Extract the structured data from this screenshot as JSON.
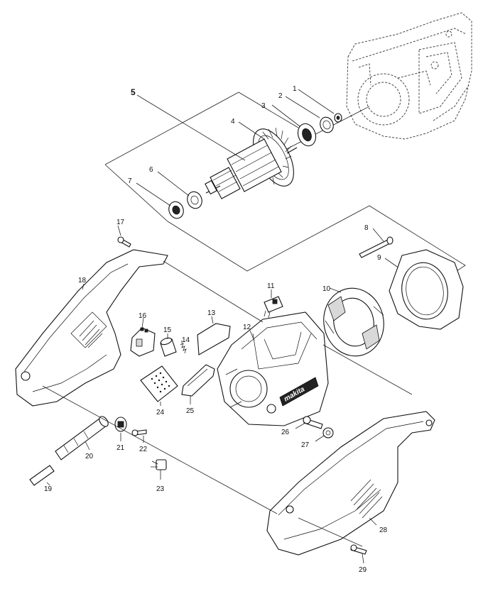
{
  "brand_logo_text": "makita",
  "parts": [
    {
      "id": "p1",
      "number": "1"
    },
    {
      "id": "p2",
      "number": "2"
    },
    {
      "id": "p3",
      "number": "3"
    },
    {
      "id": "p4",
      "number": "4"
    },
    {
      "id": "p5",
      "number": "5"
    },
    {
      "id": "p6",
      "number": "6"
    },
    {
      "id": "p7",
      "number": "7"
    },
    {
      "id": "p8",
      "number": "8"
    },
    {
      "id": "p9",
      "number": "9"
    },
    {
      "id": "p10",
      "number": "10"
    },
    {
      "id": "p11",
      "number": "11"
    },
    {
      "id": "p12",
      "number": "12"
    },
    {
      "id": "p13",
      "number": "13"
    },
    {
      "id": "p14",
      "number": "14"
    },
    {
      "id": "p15",
      "number": "15"
    },
    {
      "id": "p16",
      "number": "16"
    },
    {
      "id": "p17",
      "number": "17"
    },
    {
      "id": "p18",
      "number": "18"
    },
    {
      "id": "p19",
      "number": "19"
    },
    {
      "id": "p20",
      "number": "20"
    },
    {
      "id": "p21",
      "number": "21"
    },
    {
      "id": "p22",
      "number": "22"
    },
    {
      "id": "p23",
      "number": "23"
    },
    {
      "id": "p24",
      "number": "24"
    },
    {
      "id": "p25",
      "number": "25"
    },
    {
      "id": "p26",
      "number": "26"
    },
    {
      "id": "p27",
      "number": "27"
    },
    {
      "id": "p28",
      "number": "28"
    },
    {
      "id": "p29",
      "number": "29"
    }
  ]
}
